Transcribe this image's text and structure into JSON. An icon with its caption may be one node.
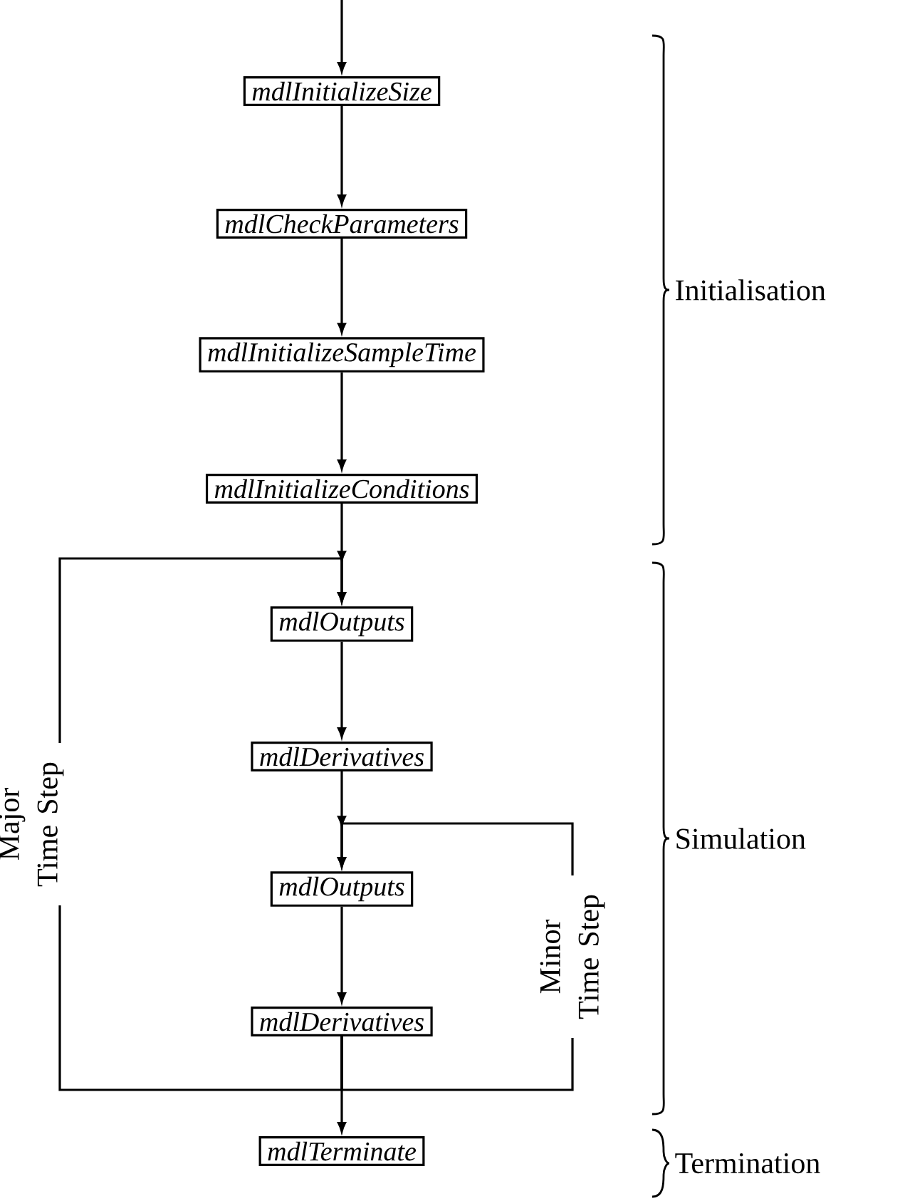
{
  "diagram": {
    "nodes": [
      {
        "text": [
          "mdlInitializeSize"
        ]
      },
      {
        "text": [
          "mdlCheckParameters"
        ]
      },
      {
        "text": [
          "mdlInitializeSampleTime"
        ]
      },
      {
        "text": [
          "mdlInitializeConditions"
        ]
      },
      {
        "text": [
          "mdlOutputs"
        ]
      },
      {
        "text": [
          "mdlDerivatives"
        ]
      },
      {
        "text": [
          "mdlOutputs"
        ]
      },
      {
        "text": [
          "mdlDerivatives"
        ]
      },
      {
        "text": [
          "mdlTerminate"
        ]
      }
    ],
    "edges": [
      {
        "from": null,
        "to": 0,
        "arrow": "to"
      },
      {
        "from": 0,
        "to": 1,
        "arrow": "to"
      },
      {
        "from": 1,
        "to": 2,
        "arrow": "to"
      },
      {
        "from": 2,
        "to": 3,
        "arrow": "to"
      },
      {
        "from": 3,
        "to": 4,
        "arrow": "to"
      },
      {
        "from": 4,
        "to": 5,
        "arrow": "to"
      },
      {
        "from": 5,
        "to": 6,
        "arrow": "to"
      },
      {
        "from": 6,
        "to": 7,
        "arrow": "to"
      },
      {
        "from": 7,
        "to": 8,
        "arrow": "to"
      },
      {
        "from": 7,
        "to": 4,
        "arrow": "to",
        "label": "Major Time Step"
      },
      {
        "from": 7,
        "to": 6,
        "arrow": "to",
        "label": "Minor Time Step"
      }
    ],
    "labels": [
      "Initialisation",
      "Simulation",
      "Termination"
    ]
  }
}
